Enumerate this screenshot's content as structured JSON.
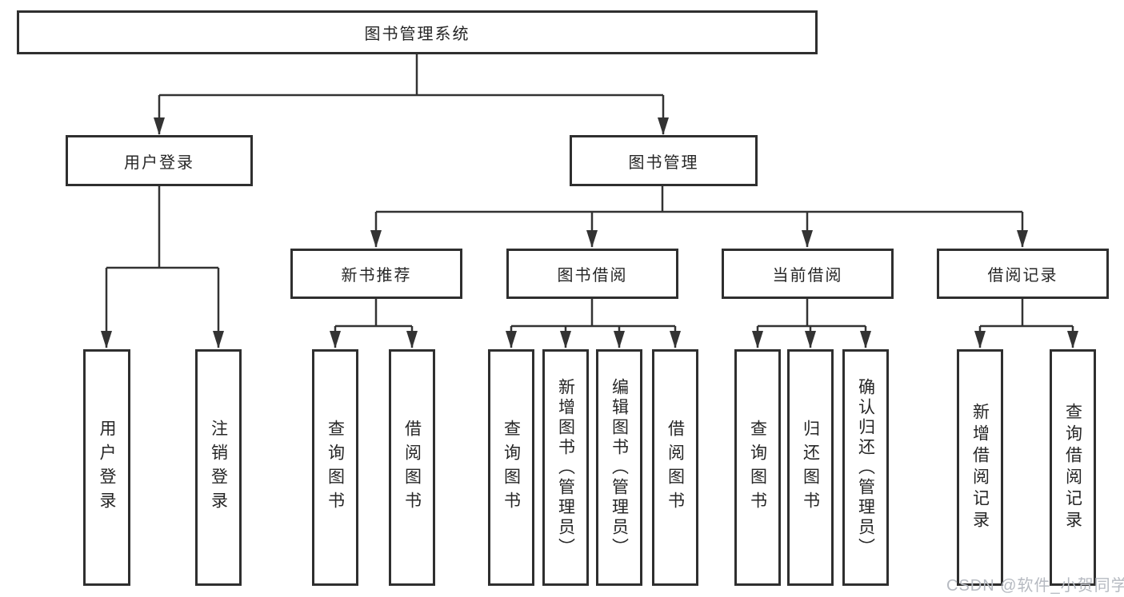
{
  "diagram": {
    "root": {
      "label": "图书管理系统"
    },
    "level2": [
      {
        "label": "用户登录"
      },
      {
        "label": "图书管理"
      }
    ],
    "level3": [
      {
        "label": "新书推荐"
      },
      {
        "label": "图书借阅"
      },
      {
        "label": "当前借阅"
      },
      {
        "label": "借阅记录"
      }
    ],
    "leaves": {
      "user": [
        {
          "label": "用户登录"
        },
        {
          "label": "注销登录"
        }
      ],
      "recommend": [
        {
          "label": "查询图书"
        },
        {
          "label": "借阅图书"
        }
      ],
      "borrowing": [
        {
          "label": "查询图书"
        },
        {
          "label": "新增图书（管理员）"
        },
        {
          "label": "编辑图书（管理员）"
        },
        {
          "label": "借阅图书"
        }
      ],
      "current": [
        {
          "label": "查询图书"
        },
        {
          "label": "归还图书"
        },
        {
          "label": "确认归还（管理员）"
        }
      ],
      "records": [
        {
          "label": "新增借阅记录"
        },
        {
          "label": "查询借阅记录"
        }
      ]
    }
  },
  "watermark": {
    "text": "CSDN @软件_小贺同学"
  },
  "colors": {
    "line": "#333333",
    "border": "#2f2f2f",
    "fill": "#ffffff",
    "text": "#262626",
    "watermark": "#b6bac1",
    "background": "#ffffff"
  }
}
